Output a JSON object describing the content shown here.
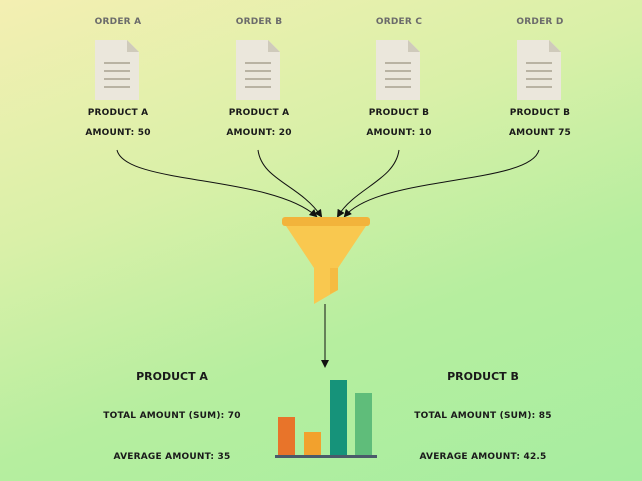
{
  "orders": [
    {
      "title": "ORDER A",
      "product": "PRODUCT A",
      "amount": "AMOUNT: 50"
    },
    {
      "title": "ORDER B",
      "product": "PRODUCT A",
      "amount": "AMOUNT: 20"
    },
    {
      "title": "ORDER C",
      "product": "PRODUCT B",
      "amount": "AMOUNT: 10"
    },
    {
      "title": "ORDER D",
      "product": "PRODUCT B",
      "amount": "AMOUNT 75"
    }
  ],
  "summary": {
    "product_a": {
      "title": "PRODUCT A",
      "total": "TOTAL AMOUNT (SUM): 70",
      "average": "AVERAGE AMOUNT: 35"
    },
    "product_b": {
      "title": "PRODUCT B",
      "total": "TOTAL AMOUNT (SUM): 85",
      "average": "AVERAGE AMOUNT: 42.5"
    }
  },
  "colors": {
    "funnel": "#f9c84f",
    "funnel_rim": "#f2b33b",
    "document": "#ebe7dc",
    "bar_1": "#e8742a",
    "bar_2": "#f2a12d",
    "bar_3": "#16937a",
    "bar_4": "#5fbd7a",
    "baseline": "#4a5a6a"
  },
  "icons": [
    "document-icon",
    "funnel-icon",
    "bar-chart-icon",
    "arrow"
  ]
}
